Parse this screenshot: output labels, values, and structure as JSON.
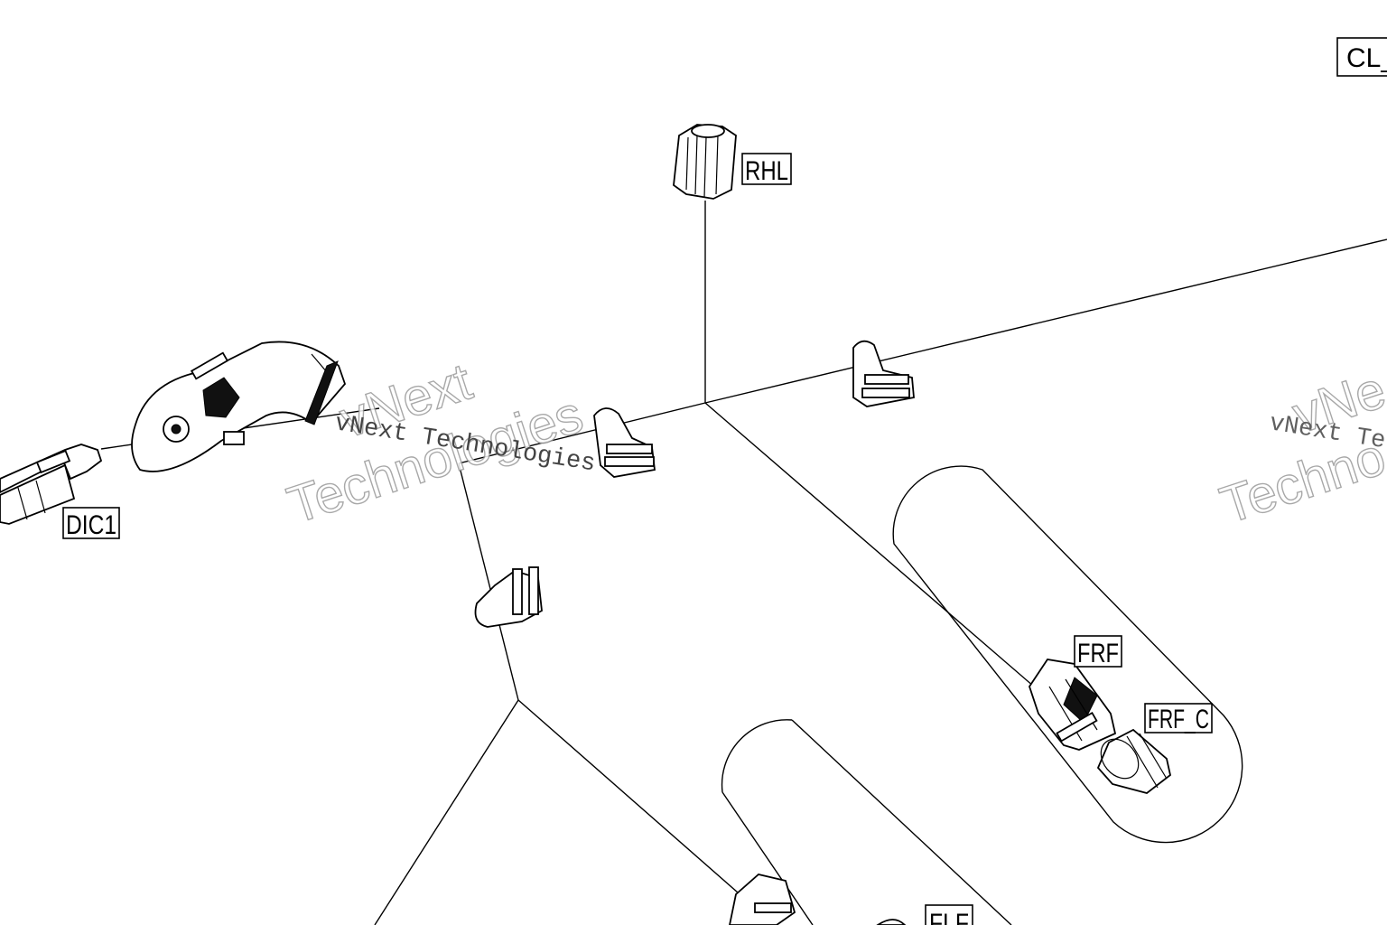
{
  "labels": {
    "cl": "CL_",
    "rhl": "RHL",
    "dic1": "DIC1",
    "frf": "FRF",
    "frf_c": "FRF_C",
    "flf": "FLF"
  },
  "watermark": {
    "line1": "vNext",
    "line2": "Technologies",
    "mono": "vNext Technologies",
    "mono_right": "vNext Te",
    "right_line1": "vNe",
    "right_line2": "Techno"
  }
}
